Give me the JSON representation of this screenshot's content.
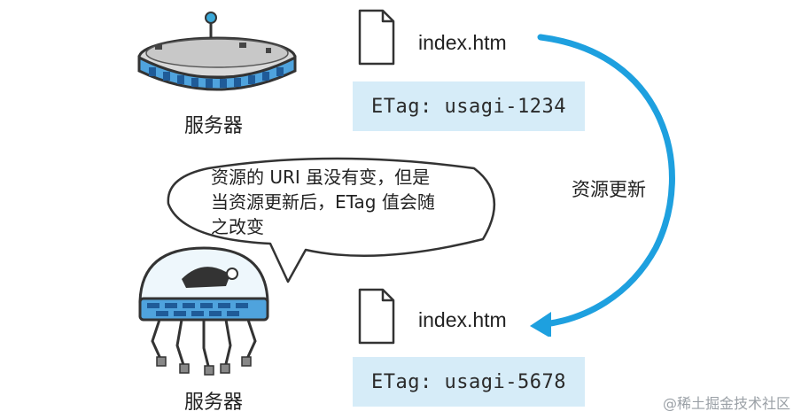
{
  "top": {
    "server_label": "服务器",
    "file_name": "index.htm",
    "etag": "ETag: usagi-1234"
  },
  "bottom": {
    "server_label": "服务器",
    "file_name": "index.htm",
    "etag": "ETag: usagi-5678"
  },
  "arrow": {
    "label": "资源更新",
    "color": "#1ea0df"
  },
  "bubble": {
    "line1": "资源的 URI 虽没有变，但是",
    "line2": "当资源更新后，ETag 值会随",
    "line3": "之改变"
  },
  "watermark": "@稀土掘金技术社区",
  "colors": {
    "accent_blue": "#1ea0df",
    "etag_box_bg": "#d6ecf8",
    "server_blue": "#3d7fc4"
  },
  "icons": {
    "top_server": "server-disc-icon",
    "bottom_server": "robot-dome-icon",
    "document": "document-icon"
  }
}
